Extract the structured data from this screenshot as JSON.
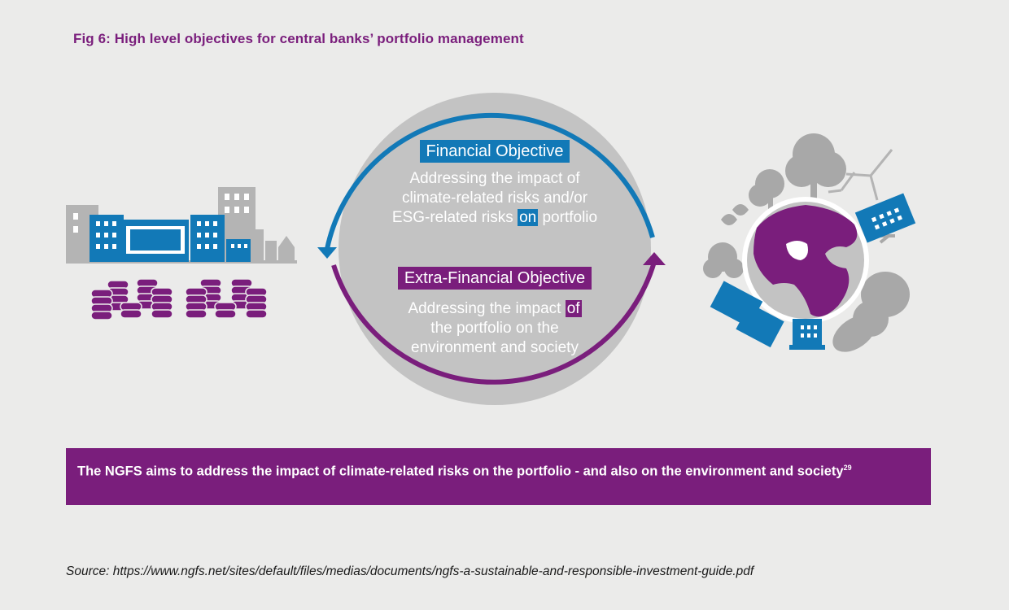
{
  "figure": {
    "title": "Fig 6: High level objectives for central banks’ portfolio management"
  },
  "cycle": {
    "financial": {
      "label": "Financial Objective",
      "line1": "Addressing the impact of",
      "line2": "climate-related risks and/or",
      "line3_pre": "ESG-related risks ",
      "line3_highlight": "on",
      "line3_post": " portfolio"
    },
    "extra_financial": {
      "label": "Extra-Financial Objective",
      "line1_pre": "Addressing the impact ",
      "line1_highlight": "of",
      "line2": "the portfolio on the",
      "line3": "environment and society"
    }
  },
  "banner": {
    "text": "The NGFS aims to address the impact of climate-related risks on the portfolio - and also on the environment and society",
    "footnote": "29"
  },
  "source": {
    "text": "Source:  https://www.ngfs.net/sites/default/files/medias/documents/ngfs-a-sustainable-and-responsible-investment-guide.pdf"
  },
  "colors": {
    "purple": "#7a1e7c",
    "blue": "#1279b7",
    "grey": "#b4b4b4",
    "background": "#ebebea"
  }
}
